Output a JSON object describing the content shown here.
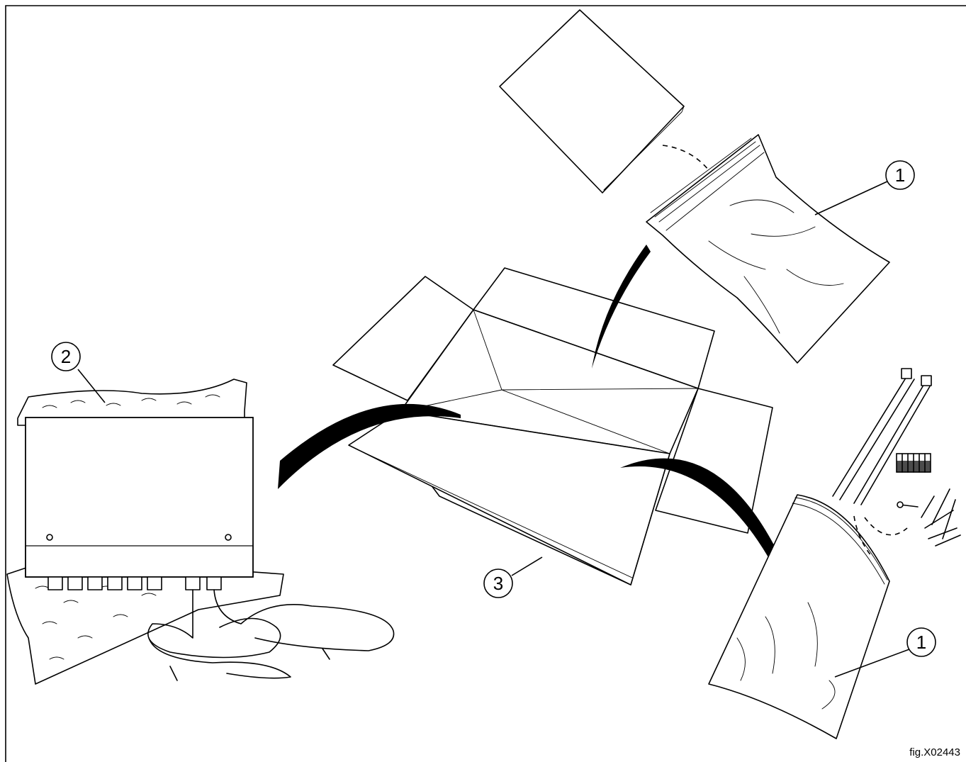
{
  "callouts": [
    {
      "label": "1"
    },
    {
      "label": "1"
    },
    {
      "label": "2"
    },
    {
      "label": "3"
    }
  ],
  "figure_ref": "fig.X02443",
  "colors": {
    "line": "#000000",
    "background": "#ffffff"
  }
}
